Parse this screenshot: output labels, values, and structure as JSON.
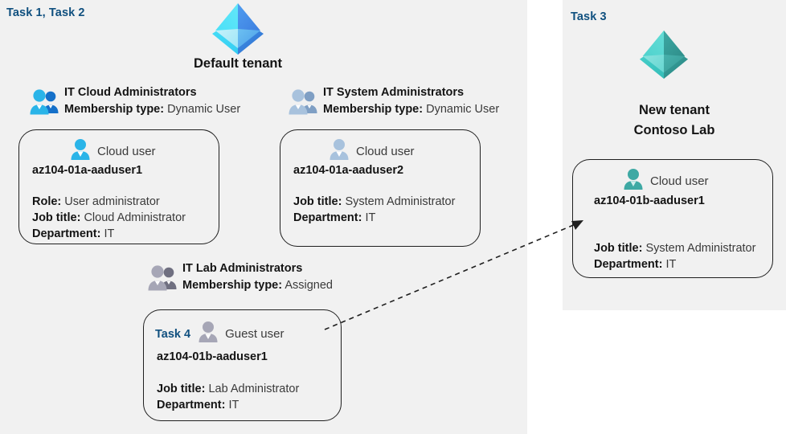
{
  "diagram": {
    "title_colors": {
      "task_blue": "#10507f",
      "panel_bg": "#f1f1f1",
      "card_border": "#1f1f1f",
      "tenant_blue": "#32b4f0",
      "tenant_teal": "#3fb3ac",
      "person_cyan": "#2ab4e8",
      "person_steel": "#a8bfd8",
      "person_grey": "#9b9bab",
      "person_teal": "#3ea9a4"
    },
    "left_panel": {
      "task_label": "Task 1, Task 2",
      "tenant": {
        "icon": "azure-ad-tenant-icon",
        "label": "Default tenant"
      },
      "groups": [
        {
          "icon": "group-users-icon",
          "name": "IT Cloud Administrators",
          "meta_label": "Membership type:",
          "meta_value": "Dynamic User"
        },
        {
          "icon": "group-users-icon",
          "name": "IT System Administrators",
          "meta_label": "Membership type:",
          "meta_value": "Dynamic User"
        },
        {
          "icon": "group-users-icon",
          "name": "IT Lab Administrators",
          "meta_label": "Membership type:",
          "meta_value": "Assigned"
        }
      ],
      "cards": [
        {
          "task_tag": "",
          "icon": "cloud-user-icon",
          "user_type": "Cloud user",
          "upn": "az104-01a-aaduser1",
          "props": [
            {
              "label": "Role:",
              "value": "User administrator"
            },
            {
              "label": "Job title:",
              "value": "Cloud Administrator"
            },
            {
              "label": "Department:",
              "value": "IT"
            }
          ]
        },
        {
          "task_tag": "",
          "icon": "cloud-user-icon",
          "user_type": "Cloud user",
          "upn": "az104-01a-aaduser2",
          "props": [
            {
              "label": "Job title:",
              "value": "System Administrator"
            },
            {
              "label": "Department:",
              "value": "IT"
            }
          ]
        },
        {
          "task_tag": "Task 4",
          "icon": "guest-user-icon",
          "user_type": "Guest user",
          "upn": "az104-01b-aaduser1",
          "props": [
            {
              "label": "Job title:",
              "value": "Lab Administrator"
            },
            {
              "label": "Department:",
              "value": "IT"
            }
          ]
        }
      ]
    },
    "right_panel": {
      "task_label": "Task 3",
      "tenant": {
        "icon": "azure-ad-tenant-icon",
        "label_line1": "New  tenant",
        "label_line2": "Contoso Lab"
      },
      "card": {
        "icon": "cloud-user-icon",
        "user_type": "Cloud user",
        "upn": "az104-01b-aaduser1",
        "props": [
          {
            "label": "Job title:",
            "value": "System Administrator"
          },
          {
            "label": "Department:",
            "value": "IT"
          }
        ]
      }
    },
    "connector": {
      "name": "guest-invite-arrow",
      "style": "dashed"
    }
  }
}
